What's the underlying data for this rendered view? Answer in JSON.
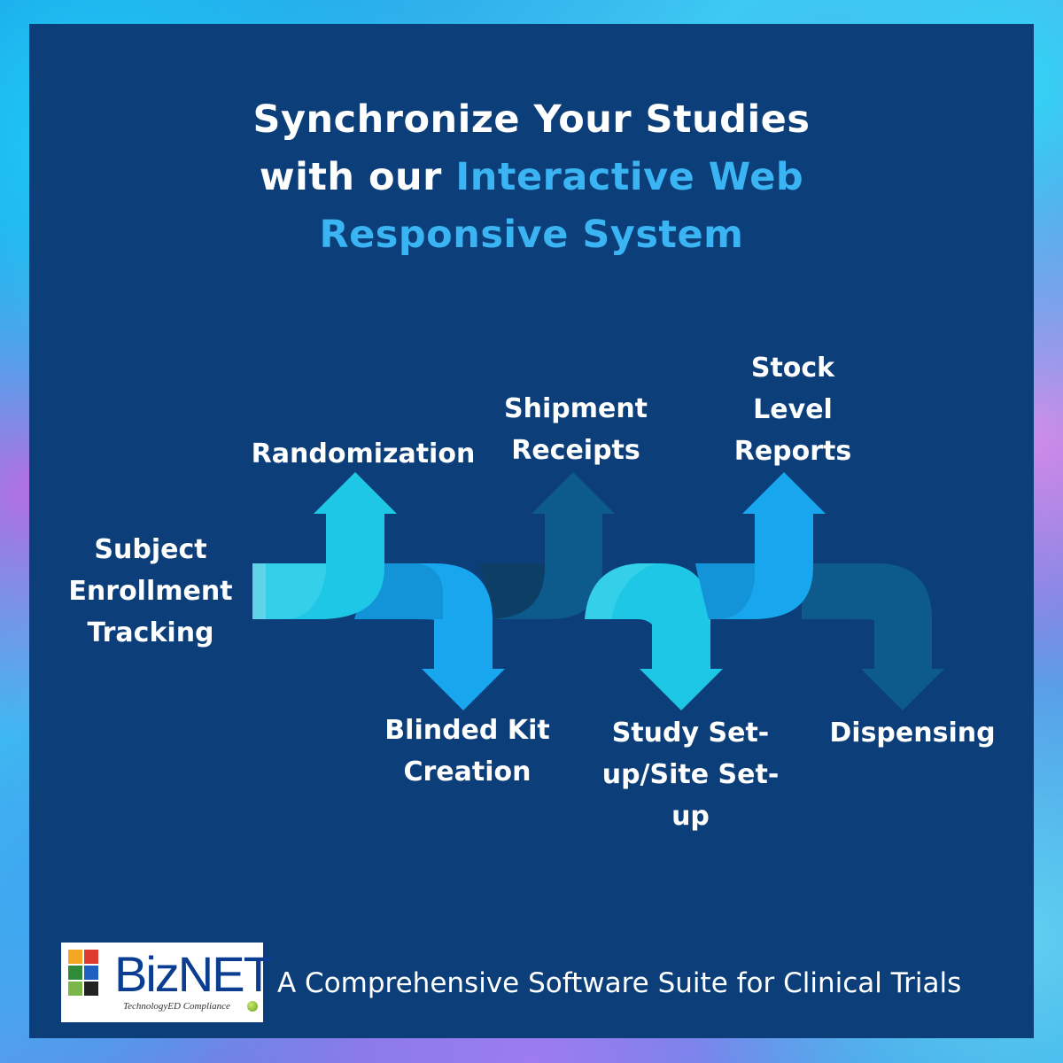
{
  "headline": {
    "line1": "Synchronize Your Studies",
    "line2_plain": "with our ",
    "line2_highlight": "Interactive Web",
    "line3_highlight": "Responsive System"
  },
  "steps": [
    {
      "id": "subject-enrollment-tracking",
      "lines": [
        "Subject",
        "Enrollment",
        "Tracking"
      ],
      "direction": "start",
      "color": "#5fd3e8"
    },
    {
      "id": "randomization",
      "lines": [
        "Randomization"
      ],
      "direction": "up",
      "color": "#1ec7e6"
    },
    {
      "id": "blinded-kit-creation",
      "lines": [
        "Blinded Kit",
        "Creation"
      ],
      "direction": "down",
      "color": "#18a6ef"
    },
    {
      "id": "shipment-receipts",
      "lines": [
        "Shipment",
        "Receipts"
      ],
      "direction": "up",
      "color": "#0d5a8c"
    },
    {
      "id": "study-setup-site-setup",
      "lines": [
        "Study Set-",
        "up/Site Set-",
        "up"
      ],
      "direction": "down",
      "color": "#1ec7e6"
    },
    {
      "id": "stock-level-reports",
      "lines": [
        "Stock",
        "Level",
        "Reports"
      ],
      "direction": "up",
      "color": "#18a6ef"
    },
    {
      "id": "dispensing",
      "lines": [
        "Dispensing"
      ],
      "direction": "down",
      "color": "#0d5a8c"
    }
  ],
  "colors": {
    "panel": "#0c3f7a",
    "highlight": "#3ab4f2",
    "cyan": "#1ec7e6",
    "blue": "#18a6ef",
    "dark": "#0d5a8c"
  },
  "logo": {
    "word": "BizNET",
    "tagline": "TechnologyED Compliance"
  },
  "tagline": "A Comprehensive Software Suite for Clinical Trials"
}
